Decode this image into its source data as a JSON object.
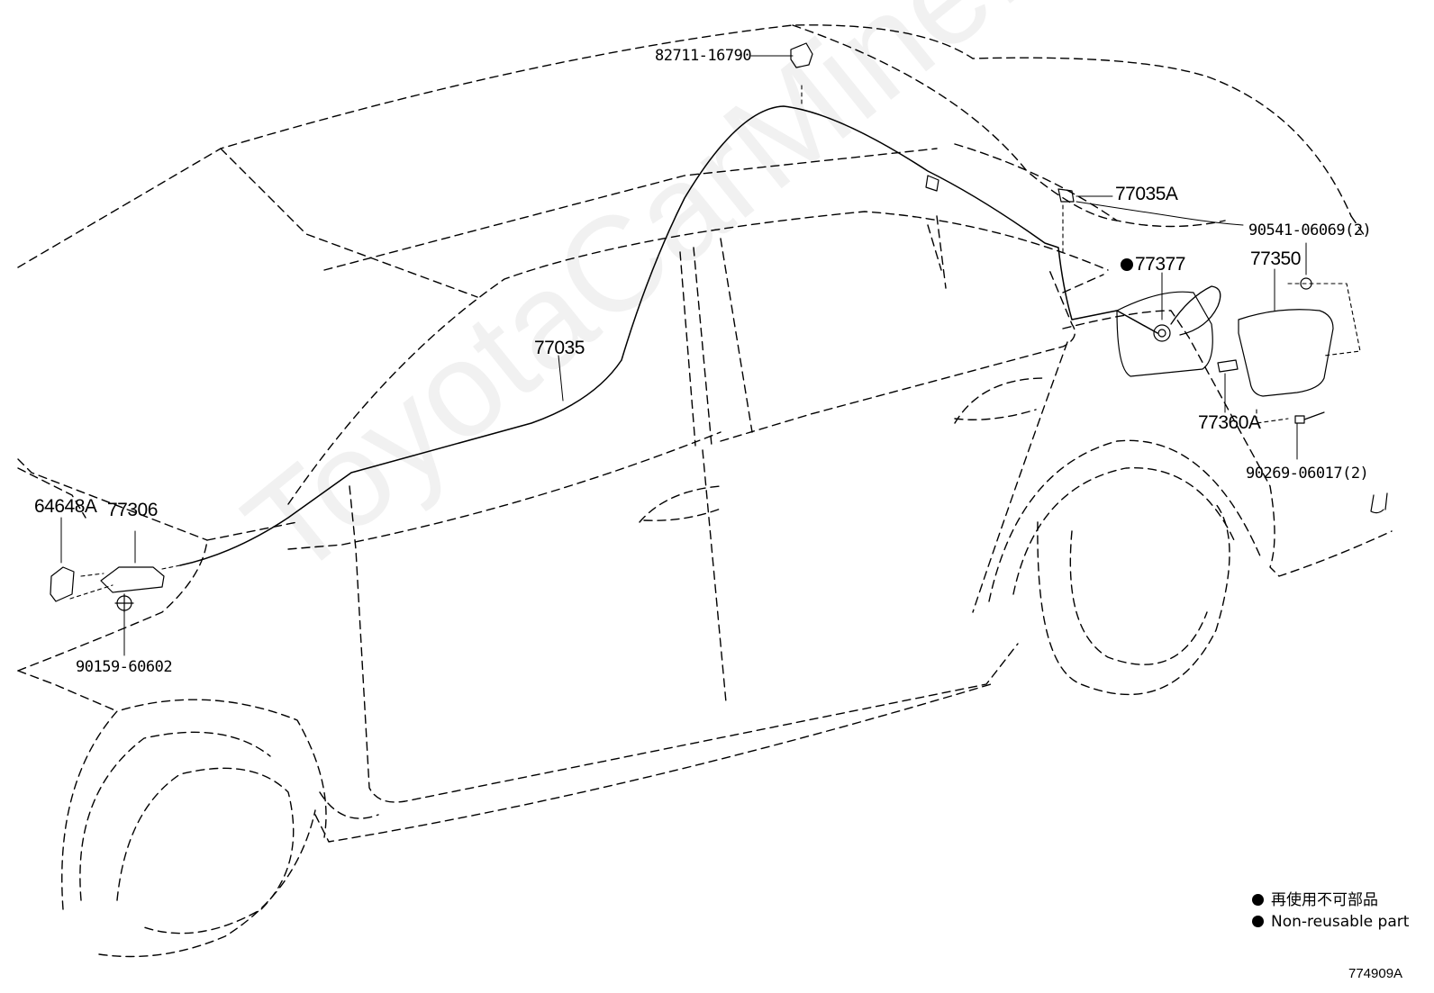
{
  "watermark": "ToyotaCarMine.ru",
  "callouts": {
    "p82711": "82711-16790",
    "p77035A": "77035A",
    "p90541": "90541-06069(2)",
    "p77377": "77377",
    "p77350": "77350",
    "p77035": "77035",
    "p77360A": "77360A",
    "p90269": "90269-06017(2)",
    "p64648A": "64648A",
    "p77306": "77306",
    "p90159": "90159-60602"
  },
  "legend": {
    "jp": "再使用不可部品",
    "en": "Non-reusable part"
  },
  "diagram_code": "774909A",
  "colors": {
    "line": "#000000",
    "watermark": "#e0e0e0"
  }
}
